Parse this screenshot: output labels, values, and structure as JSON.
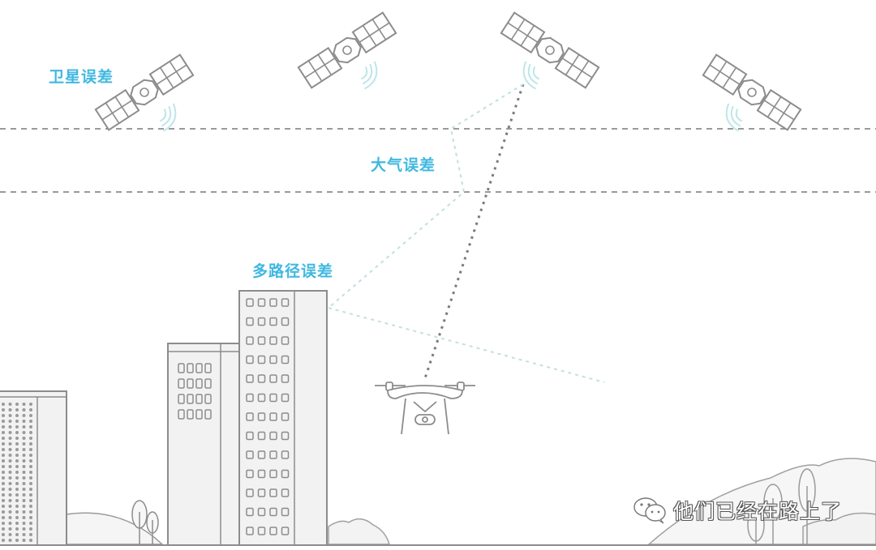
{
  "labels": {
    "satellite_error": "卫星误差",
    "atmospheric_error": "大气误差",
    "multipath_error": "多路径误差"
  },
  "watermark": {
    "icon": "wechat-icon",
    "text": "他们已经在路上了"
  },
  "colors": {
    "label_blue": "#3fb8e0",
    "line_gray": "#9a9a9a",
    "signal_cyan": "#bfe6ea",
    "building_fill": "#f2f2f2",
    "stroke": "#8c8c8c"
  },
  "icons": {
    "satellites": [
      "satellite-icon",
      "satellite-icon",
      "satellite-icon",
      "satellite-icon"
    ],
    "drone": "drone-icon",
    "buildings": [
      "building-icon",
      "building-icon",
      "building-icon"
    ],
    "trees": "tree-icon"
  }
}
